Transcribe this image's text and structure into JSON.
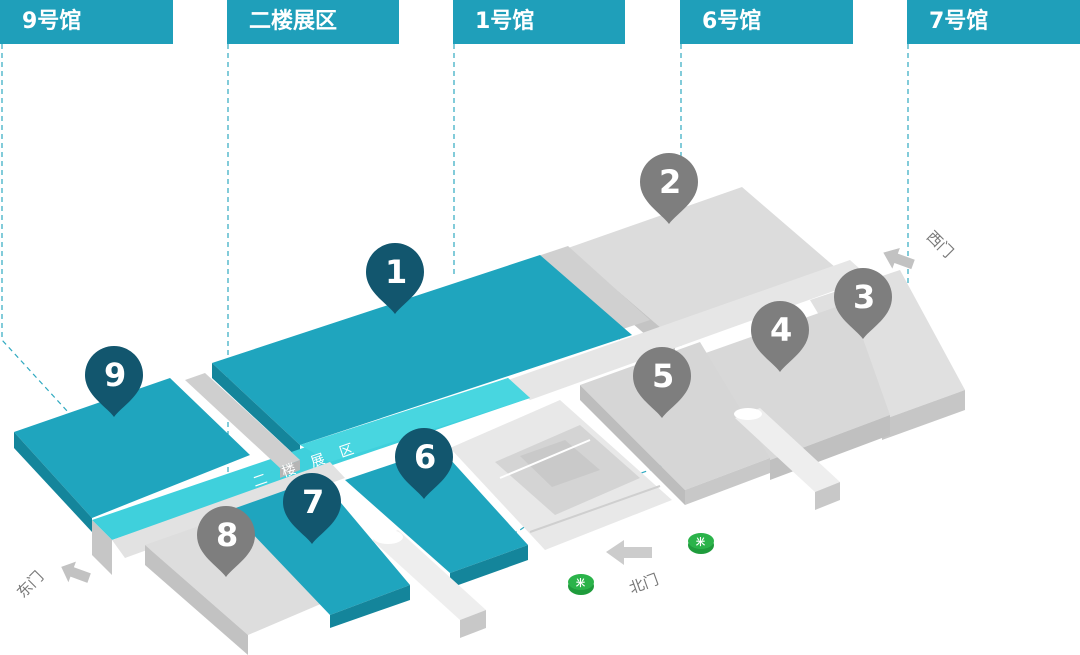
{
  "hall_tabs": [
    "9号馆",
    "二楼展区",
    "1号馆",
    "6号馆",
    "7号馆"
  ],
  "pins": [
    {
      "number": "1",
      "color": "teal"
    },
    {
      "number": "2",
      "color": "gray"
    },
    {
      "number": "3",
      "color": "gray"
    },
    {
      "number": "4",
      "color": "gray"
    },
    {
      "number": "5",
      "color": "gray"
    },
    {
      "number": "6",
      "color": "teal"
    },
    {
      "number": "7",
      "color": "teal"
    },
    {
      "number": "8",
      "color": "gray"
    },
    {
      "number": "9",
      "color": "teal"
    }
  ],
  "second_floor_label": "二 楼 展 区",
  "gates": {
    "east": "东门",
    "west": "西门",
    "north": "北门"
  },
  "metro_icon_label": "米",
  "colors": {
    "hall_teal": "#1fa5be",
    "pin_teal": "#12566e",
    "pin_gray": "#7e7e7e",
    "tab_teal": "#1f9fba",
    "building_gray": "#dcdcdc",
    "band_cyan": "#3fd0dc",
    "metro_green": "#1f9c3c"
  }
}
